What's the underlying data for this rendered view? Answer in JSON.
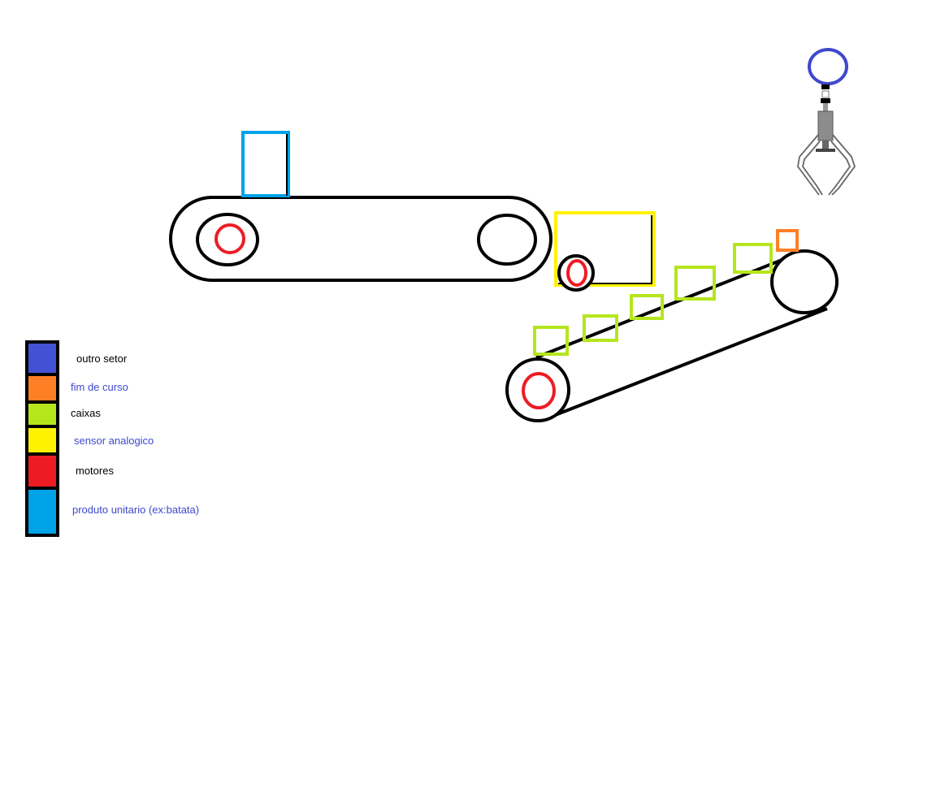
{
  "colors": {
    "outline": "#000000",
    "belt_fill": "#ffffff"
  },
  "legend": [
    {
      "label": "outro setor",
      "swatch_color": "#4352d4",
      "text_color": "#000000"
    },
    {
      "label": "fim de curso",
      "swatch_color": "#ff7f27",
      "text_color": "#3f48cc"
    },
    {
      "label": "caixas",
      "swatch_color": "#b5e61d",
      "text_color": "#000000"
    },
    {
      "label": "sensor analogico",
      "swatch_color": "#fff200",
      "text_color": "#3f48cc"
    },
    {
      "label": "motores",
      "swatch_color": "#ed1c24",
      "text_color": "#000000"
    },
    {
      "label": "produto  unitario (ex:batata)",
      "swatch_color": "#00a2e8",
      "text_color": "#3f48cc"
    }
  ],
  "icons": {
    "gripper": "robotic-gripper-icon"
  }
}
